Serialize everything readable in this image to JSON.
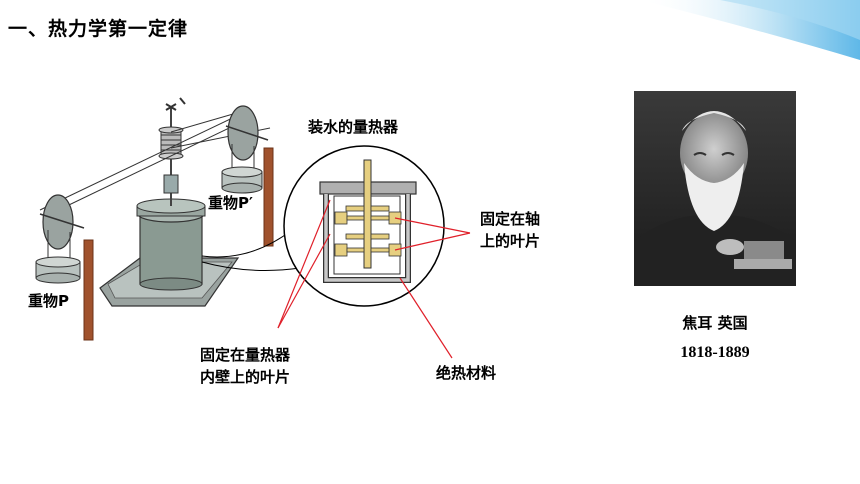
{
  "slide": {
    "title": "一、热力学第一定律"
  },
  "diagram": {
    "label_calorimeter": "装水的量热器",
    "label_weight_p_prime": "重物P′",
    "label_weight_p": "重物P",
    "label_axis_blades_line1": "固定在轴",
    "label_axis_blades_line2": "上的叶片",
    "label_wall_blades_line1": "固定在量热器",
    "label_wall_blades_line2": "内壁上的叶片",
    "label_insulation": "绝热材料"
  },
  "portrait": {
    "name_country": "焦耳 英国",
    "years": "1818-1889"
  },
  "colors": {
    "accent_corner": "#5fb8e8",
    "callout_line": "#e0202a",
    "rod_brown": "#a0522d",
    "vessel_gray": "#8a9a92"
  }
}
